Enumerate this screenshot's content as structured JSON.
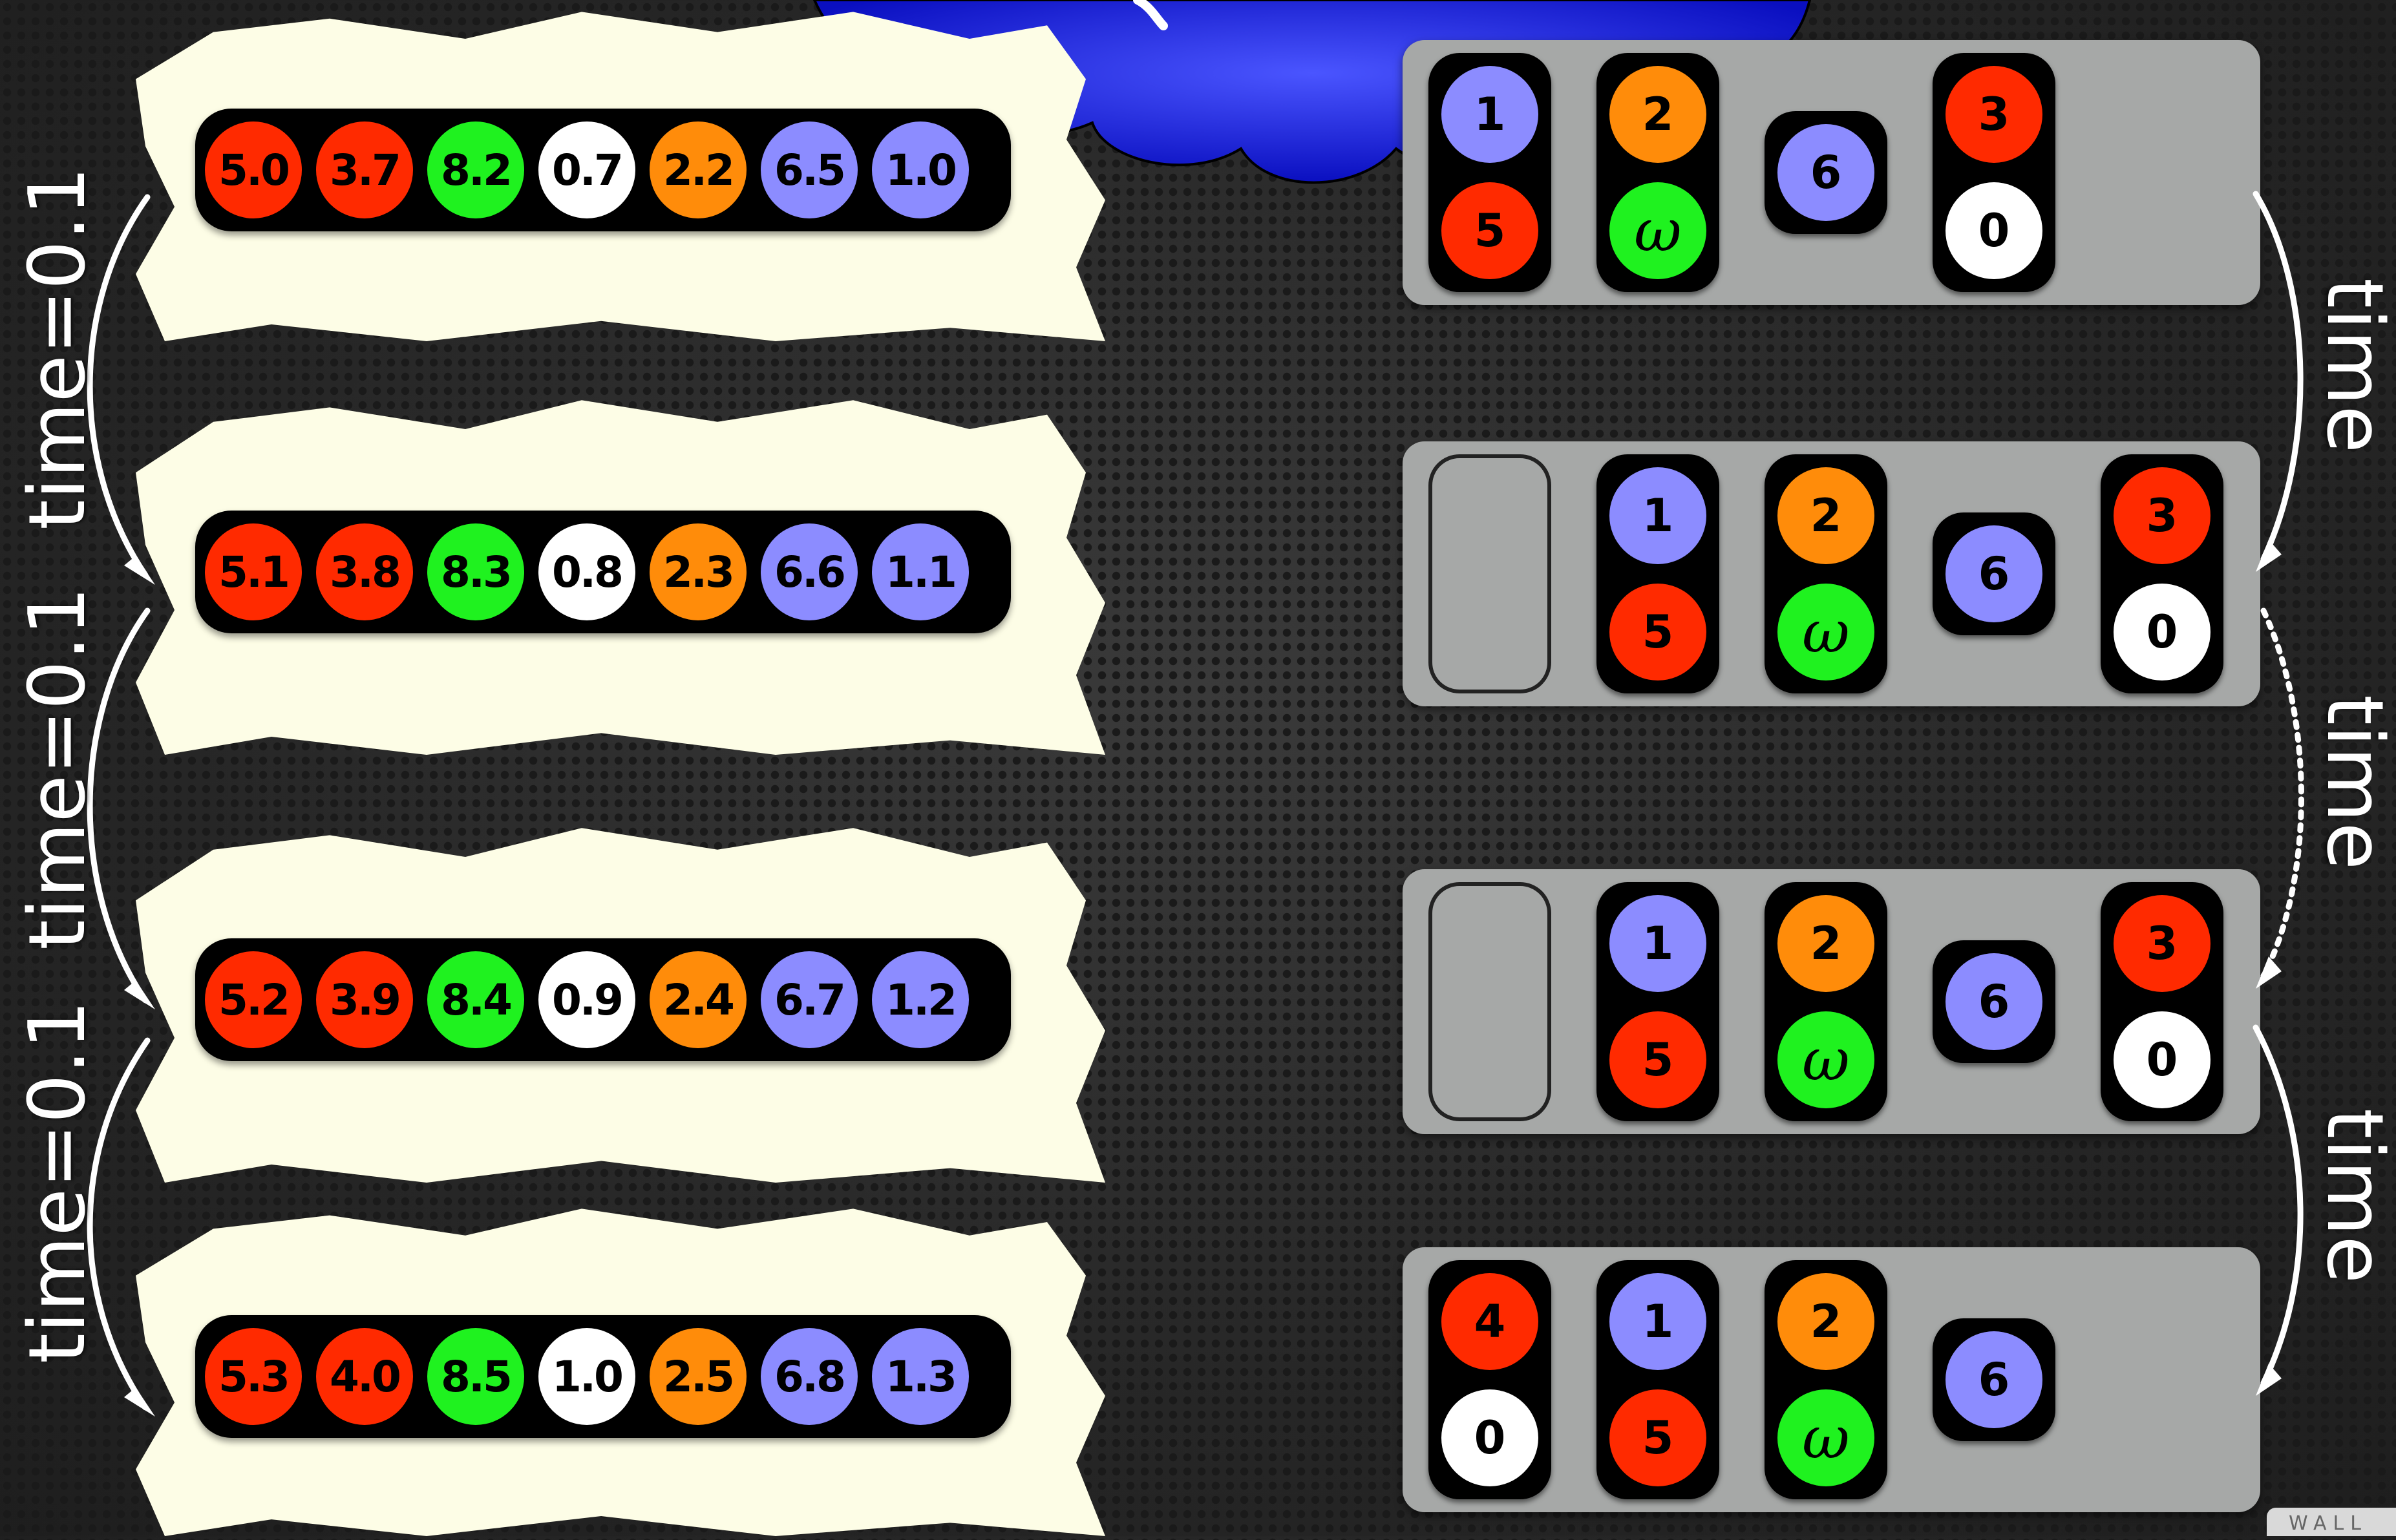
{
  "colors": {
    "red": "#ff2a00",
    "green": "#1ff21f",
    "white": "#ffffff",
    "orange": "#ff8c0a",
    "lavender": "#8c8cff",
    "cloud_blue": "#1d22f0",
    "panel_gray": "#a6a8a7",
    "paper": "#fdfde6"
  },
  "left": {
    "time_labels": [
      "time=0.1",
      "time=0.1",
      "time=0.1"
    ],
    "rows": [
      {
        "values": [
          "5.0",
          "3.7",
          "8.2",
          "0.7",
          "2.2",
          "6.5",
          "1.0"
        ]
      },
      {
        "values": [
          "5.1",
          "3.8",
          "8.3",
          "0.8",
          "2.3",
          "6.6",
          "1.1"
        ]
      },
      {
        "values": [
          "5.2",
          "3.9",
          "8.4",
          "0.9",
          "2.4",
          "6.7",
          "1.2"
        ]
      },
      {
        "values": [
          "5.3",
          "4.0",
          "8.5",
          "1.0",
          "2.5",
          "6.8",
          "1.3"
        ]
      }
    ],
    "value_colors": [
      "red",
      "red",
      "green",
      "white",
      "orange",
      "lavender",
      "lavender"
    ]
  },
  "right": {
    "time_labels": [
      "time",
      "time",
      "time"
    ],
    "panels": [
      {
        "columns": [
          [
            "1",
            "5"
          ],
          [
            "2",
            "ω"
          ],
          [
            "6"
          ],
          [
            "3",
            "0"
          ]
        ]
      },
      {
        "columns": [
          [],
          [
            "1",
            "5"
          ],
          [
            "2",
            "ω"
          ],
          [
            "6"
          ],
          [
            "3",
            "0"
          ]
        ]
      },
      {
        "columns": [
          [],
          [
            "1",
            "5"
          ],
          [
            "2",
            "ω"
          ],
          [
            "6"
          ],
          [
            "3",
            "0"
          ]
        ]
      },
      {
        "columns": [
          [
            "4",
            "0"
          ],
          [
            "1",
            "5"
          ],
          [
            "2",
            "ω"
          ],
          [
            "6"
          ]
        ]
      }
    ]
  },
  "watermark": "WALL"
}
